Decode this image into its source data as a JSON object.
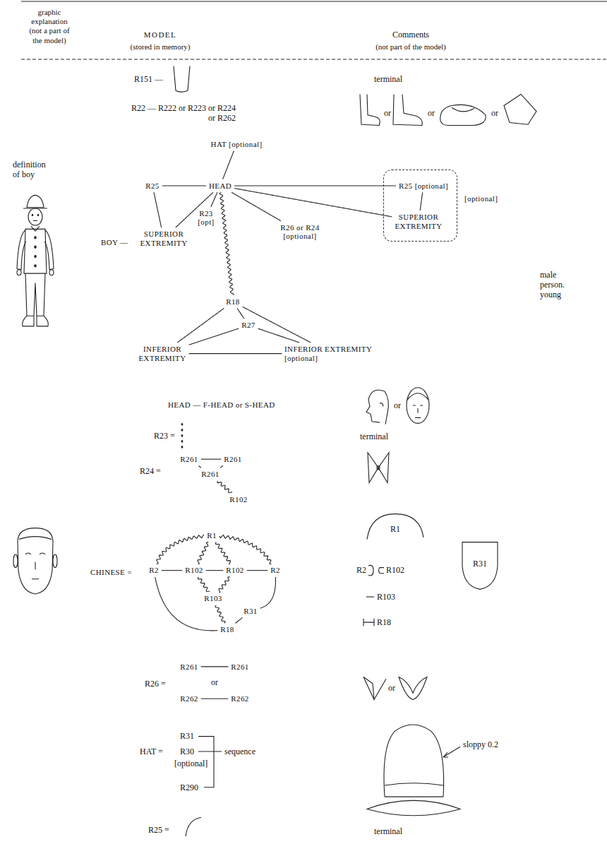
{
  "diagram": {
    "nodes": [
      {
        "text": [
          "HAT [optional]"
        ]
      },
      {
        "text": [
          "R25"
        ]
      },
      {
        "text": [
          "HEAD"
        ]
      },
      {
        "text": [
          "[optional]"
        ]
      },
      {
        "text": [
          "R25 [optional]"
        ],
        "in": 3
      },
      {
        "text": [
          "SUPERIOR EXTREMITY"
        ],
        "in": 3
      },
      {
        "text": [
          "R23 [opt]"
        ]
      },
      {
        "text": [
          "R26 or R24 [optional]"
        ]
      },
      {
        "text": [
          "SUPERIOR EXTREMITY"
        ]
      },
      {
        "text": [
          "R18"
        ]
      },
      {
        "text": [
          "R27"
        ]
      },
      {
        "text": [
          "INFERIOR EXTREMITY"
        ]
      },
      {
        "text": [
          "INFERIOR EXTREMITY [optional]"
        ]
      },
      {
        "text": [
          "R261"
        ]
      },
      {
        "text": [
          "R261"
        ]
      },
      {
        "text": [
          "R261"
        ]
      },
      {
        "text": [
          "R102"
        ]
      },
      {
        "text": [
          "R1"
        ]
      },
      {
        "text": [
          "R2"
        ]
      },
      {
        "text": [
          "R102"
        ]
      },
      {
        "text": [
          "R102"
        ]
      },
      {
        "text": [
          "R2"
        ]
      },
      {
        "text": [
          "R103"
        ]
      },
      {
        "text": [
          "R31"
        ]
      },
      {
        "text": [
          "R18"
        ]
      },
      {
        "text": [
          "R261"
        ]
      },
      {
        "text": [
          "R261"
        ]
      },
      {
        "text": [
          "R262"
        ]
      },
      {
        "text": [
          "R262"
        ]
      }
    ],
    "edges": [
      {
        "from": 0,
        "to": 2,
        "arrow": "none"
      },
      {
        "from": 1,
        "to": 2,
        "arrow": "none"
      },
      {
        "from": 1,
        "to": 8,
        "arrow": "none"
      },
      {
        "from": 2,
        "to": 8,
        "arrow": "none"
      },
      {
        "from": 2,
        "to": 6,
        "arrow": "none"
      },
      {
        "from": 2,
        "to": 9,
        "arrow": "none"
      },
      {
        "from": 2,
        "to": 7,
        "arrow": "none"
      },
      {
        "from": 2,
        "to": 4,
        "arrow": "none"
      },
      {
        "from": 2,
        "to": 5,
        "arrow": "none"
      },
      {
        "from": 4,
        "to": 5,
        "arrow": "none"
      },
      {
        "from": 9,
        "to": 11,
        "arrow": "none"
      },
      {
        "from": 9,
        "to": 10,
        "arrow": "none"
      },
      {
        "from": 9,
        "to": 12,
        "arrow": "none"
      },
      {
        "from": 10,
        "to": 11,
        "arrow": "none"
      },
      {
        "from": 10,
        "to": 12,
        "arrow": "none"
      },
      {
        "from": 11,
        "to": 12,
        "arrow": "none"
      },
      {
        "from": 13,
        "to": 14,
        "arrow": "none"
      },
      {
        "from": 13,
        "to": 15,
        "arrow": "none"
      },
      {
        "from": 14,
        "to": 15,
        "arrow": "none"
      },
      {
        "from": 15,
        "to": 16,
        "arrow": "none"
      },
      {
        "from": 18,
        "to": 17,
        "arrow": "none"
      },
      {
        "from": 17,
        "to": 21,
        "arrow": "none"
      },
      {
        "from": 17,
        "to": 19,
        "arrow": "none"
      },
      {
        "from": 17,
        "to": 20,
        "arrow": "none"
      },
      {
        "from": 18,
        "to": 19,
        "arrow": "none"
      },
      {
        "from": 19,
        "to": 20,
        "arrow": "none"
      },
      {
        "from": 20,
        "to": 21,
        "arrow": "none"
      },
      {
        "from": 19,
        "to": 22,
        "arrow": "none"
      },
      {
        "from": 20,
        "to": 22,
        "arrow": "none"
      },
      {
        "from": 22,
        "to": 24,
        "arrow": "none"
      },
      {
        "from": 18,
        "to": 24,
        "arrow": "none"
      },
      {
        "from": 21,
        "to": 23,
        "arrow": "none"
      },
      {
        "from": 23,
        "to": 24,
        "arrow": "none"
      },
      {
        "from": 25,
        "to": 26,
        "arrow": "none"
      },
      {
        "from": 27,
        "to": 28,
        "arrow": "none"
      }
    ],
    "labels": [
      "graphic explanation (not a part of the model)",
      "MODEL",
      "(stored in memory)",
      "Comments",
      "(not part of the model)",
      "R151 —",
      "terminal",
      "R22 — R222 or R223 or R224 or R262",
      "or",
      "or",
      "or",
      "definition of boy",
      "BOY —",
      "male person. young",
      "HEAD — F-HEAD or S-HEAD",
      "or",
      "R23 =",
      "terminal",
      "R24 =",
      "CHINESE =",
      "R1",
      "R2",
      "R102",
      "R31",
      "R103",
      "R18",
      "R26 =",
      "or",
      "or",
      "HAT =",
      "R31",
      "R30",
      "[optional]",
      "R290",
      "sequence",
      "sloppy 0.2",
      "R25 =",
      "terminal"
    ]
  }
}
